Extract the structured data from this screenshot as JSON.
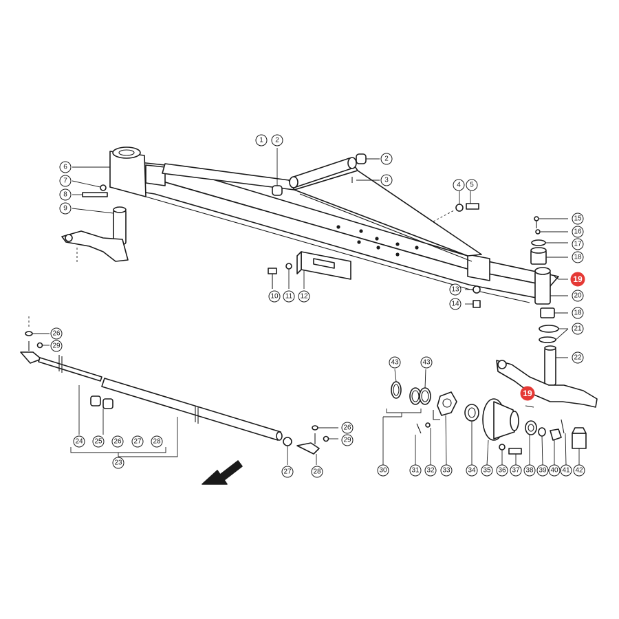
{
  "callouts": {
    "c1": "1",
    "c2a": "2",
    "c2b": "2",
    "c3": "3",
    "c4": "4",
    "c5": "5",
    "c6": "6",
    "c7": "7",
    "c8": "8",
    "c9": "9",
    "c10": "10",
    "c11": "11",
    "c12": "12",
    "c13": "13",
    "c14": "14",
    "c15": "15",
    "c16": "16",
    "c17": "17",
    "c18a": "18",
    "c18b": "18",
    "c19a": "19",
    "c19b": "19",
    "c20": "20",
    "c21": "21",
    "c22": "22",
    "c23": "23",
    "c24": "24",
    "c25": "25",
    "c26a": "26",
    "c26b": "26",
    "c26c": "26",
    "c27a": "27",
    "c27b": "27",
    "c28a": "28",
    "c28b": "28",
    "c29a": "29",
    "c29b": "29",
    "c30": "30",
    "c31": "31",
    "c32": "32",
    "c33": "33",
    "c34": "34",
    "c35": "35",
    "c36": "36",
    "c37": "37",
    "c38": "38",
    "c39": "39",
    "c40": "40",
    "c41": "41",
    "c42": "42",
    "c43a": "43",
    "c43b": "43"
  },
  "colors": {
    "highlight": "#e53935",
    "line": "#1a1a1a"
  }
}
